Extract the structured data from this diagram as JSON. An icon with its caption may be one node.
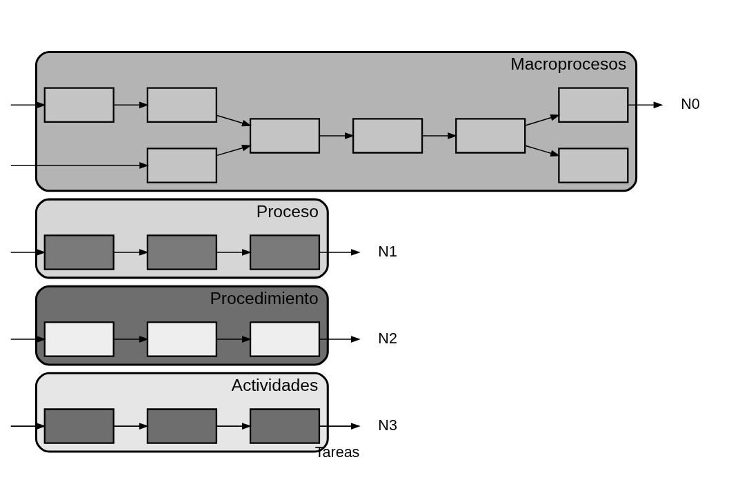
{
  "diagram": {
    "nodes": [
      {
        "text": [
          "Macroprocesos"
        ]
      },
      {
        "text": [],
        "shape": "box",
        "in": 0
      },
      {
        "text": [],
        "shape": "box",
        "in": 0
      },
      {
        "text": [],
        "shape": "box",
        "in": 0
      },
      {
        "text": [],
        "shape": "box",
        "in": 0
      },
      {
        "text": [],
        "shape": "box",
        "in": 0
      },
      {
        "text": [],
        "shape": "box",
        "in": 0
      },
      {
        "text": [],
        "shape": "box",
        "in": 0
      },
      {
        "text": [],
        "shape": "box",
        "in": 0
      },
      {
        "text": [
          "N0"
        ]
      },
      {
        "text": [
          "Proceso"
        ]
      },
      {
        "text": [],
        "shape": "box",
        "in": 10
      },
      {
        "text": [],
        "shape": "box",
        "in": 10
      },
      {
        "text": [],
        "shape": "box",
        "in": 10
      },
      {
        "text": [
          "N1"
        ]
      },
      {
        "text": [
          "Procedimiento"
        ]
      },
      {
        "text": [],
        "shape": "box",
        "in": 15
      },
      {
        "text": [],
        "shape": "box",
        "in": 15
      },
      {
        "text": [],
        "shape": "box",
        "in": 15
      },
      {
        "text": [
          "N2"
        ]
      },
      {
        "text": [
          "Actividades"
        ]
      },
      {
        "text": [],
        "shape": "box",
        "in": 20
      },
      {
        "text": [],
        "shape": "box",
        "in": 20
      },
      {
        "text": [],
        "shape": "box",
        "in": 20
      },
      {
        "text": [
          "N3"
        ],
        "beside": [
          "Tareas"
        ]
      }
    ],
    "edges": [
      {
        "from": null,
        "to": 1,
        "arrow": "to"
      },
      {
        "from": null,
        "to": 3,
        "arrow": "to"
      },
      {
        "from": 1,
        "to": 2,
        "arrow": "to"
      },
      {
        "from": 2,
        "to": 4,
        "arrow": "to"
      },
      {
        "from": 3,
        "to": 4,
        "arrow": "to"
      },
      {
        "from": 4,
        "to": 5,
        "arrow": "to"
      },
      {
        "from": 5,
        "to": 6,
        "arrow": "to"
      },
      {
        "from": 6,
        "to": 7,
        "arrow": "to"
      },
      {
        "from": 6,
        "to": 8,
        "arrow": "to"
      },
      {
        "from": 8,
        "to": 9,
        "arrow": "to"
      },
      {
        "from": null,
        "to": 11,
        "arrow": "to"
      },
      {
        "from": 11,
        "to": 12,
        "arrow": "to"
      },
      {
        "from": 12,
        "to": 13,
        "arrow": "to"
      },
      {
        "from": 13,
        "to": 14,
        "arrow": "to"
      },
      {
        "from": null,
        "to": 16,
        "arrow": "to"
      },
      {
        "from": 16,
        "to": 17,
        "arrow": "to"
      },
      {
        "from": 17,
        "to": 18,
        "arrow": "to"
      },
      {
        "from": 18,
        "to": 19,
        "arrow": "to"
      },
      {
        "from": null,
        "to": 21,
        "arrow": "to"
      },
      {
        "from": 21,
        "to": 22,
        "arrow": "to"
      },
      {
        "from": 22,
        "to": 23,
        "arrow": "to"
      },
      {
        "from": 23,
        "to": 24,
        "arrow": "to"
      }
    ]
  }
}
